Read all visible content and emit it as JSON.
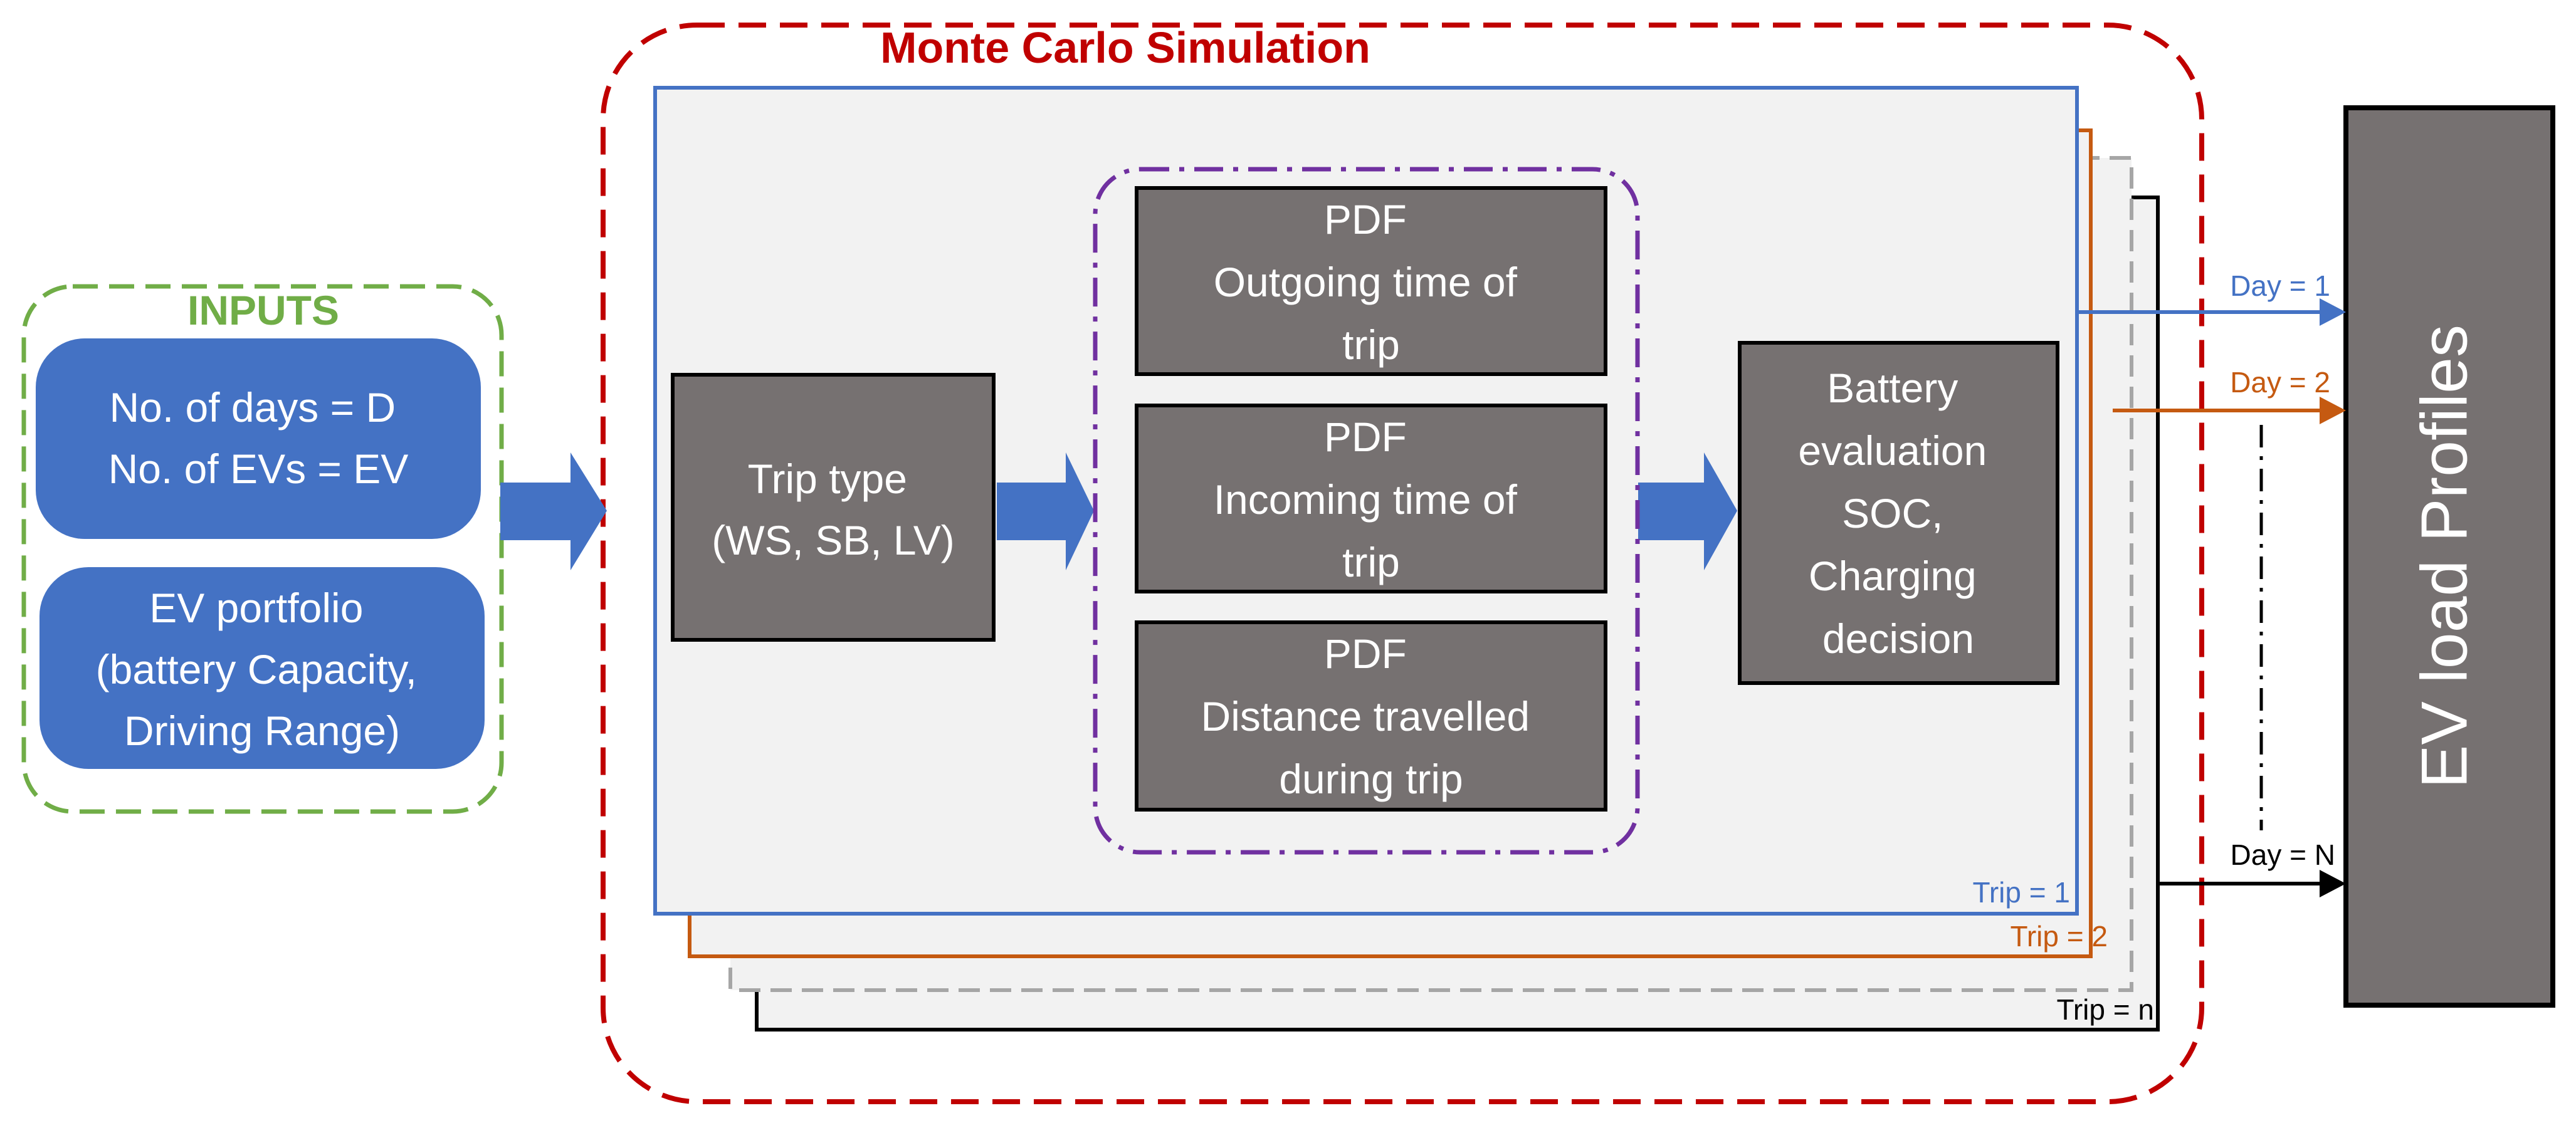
{
  "title": "Monte Carlo Simulation",
  "inputs": {
    "heading": "INPUTS",
    "days_evs": [
      "No. of days = D",
      "No. of EVs = EV"
    ],
    "portfolio": [
      "EV portfolio",
      "(battery Capacity,",
      "Driving Range)"
    ]
  },
  "trip_type": [
    "Trip type",
    "(WS, SB, LV)"
  ],
  "pdf_blocks": [
    [
      "PDF",
      "Outgoing time of",
      "trip"
    ],
    [
      "PDF",
      "Incoming time of",
      "trip"
    ],
    [
      "PDF",
      "Distance travelled",
      "during trip"
    ]
  ],
  "battery": [
    "Battery",
    "evaluation",
    "SOC,",
    "Charging",
    "decision"
  ],
  "trip_labels": [
    "Trip = 1",
    "Trip = 2",
    "Trip = n"
  ],
  "day_labels": [
    "Day = 1",
    "Day = 2",
    "Day = N"
  ],
  "output": "EV load Profiles",
  "colors": {
    "monte_carlo_border": "#c00000",
    "inputs_border": "#70ad47",
    "inputs_fill": "#4472c4",
    "trip1": "#4472c4",
    "trip2": "#c55a11",
    "trip3": "#a6a6a6",
    "tripn": "#000000",
    "pdf_border": "#7030a0",
    "process_fill": "#767171",
    "panel_fill": "#f2f2f2",
    "arrow_fill": "#4472c4"
  }
}
